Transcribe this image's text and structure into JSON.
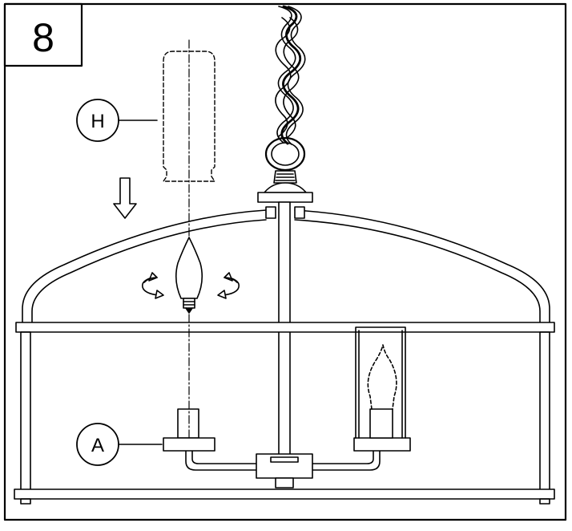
{
  "step": {
    "number": "8"
  },
  "callouts": {
    "glass_shade": "H",
    "candle_cup": "A"
  }
}
